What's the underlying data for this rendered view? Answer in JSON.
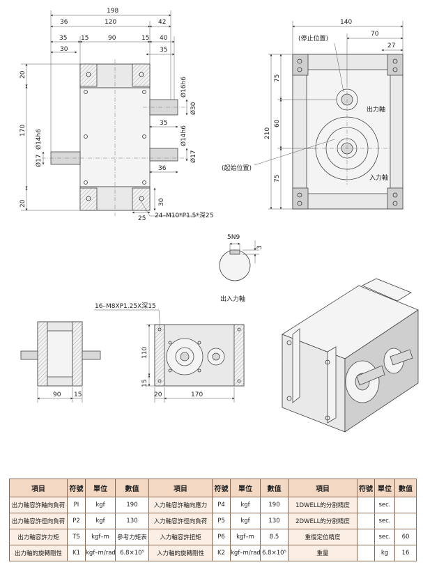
{
  "top_view": {
    "dims": {
      "overall": "198",
      "span_120": "120",
      "right_42": "42",
      "left_36": "36",
      "left_35": "35",
      "center_90": "90",
      "flange_15a": "15",
      "flange_15b": "15",
      "right_40": "40",
      "right_35": "35",
      "left_30": "30",
      "dia_16h6": "Ø16h6",
      "dia_30": "Ø30",
      "mid_35": "35",
      "dia_14h6_r": "Ø14h6",
      "dia_17_r": "Ø17",
      "bottom_36": "36",
      "height_170": "170",
      "left_14h6": "Ø14h6",
      "left_17": "Ø17",
      "top_20": "20",
      "bottom_20": "20",
      "bottom_30": "30",
      "bottom_25": "25"
    },
    "note_holes": "24–M10*P1.5*深25"
  },
  "side_view": {
    "dims": {
      "width_140": "140",
      "right_70": "70",
      "right_27": "27",
      "height_210": "210",
      "seg_75a": "75",
      "seg_60": "60",
      "seg_75b": "75"
    },
    "labels": {
      "stop_pos": "(停止位置)",
      "output_shaft": "出力軸",
      "start_pos": "(起始位置)",
      "input_shaft": "入力軸"
    }
  },
  "keyway": {
    "dim_5n9": "5N9",
    "dim_3": "3",
    "label": "出入力軸"
  },
  "bottom_left": {
    "dims": {
      "d90": "90",
      "d15": "15"
    }
  },
  "front_view": {
    "note": "16–M8XP1.25X深15",
    "dims": {
      "d110": "110",
      "d15": "15",
      "d20": "20",
      "d170": "170"
    }
  },
  "table": {
    "headers": [
      "項目",
      "符號",
      "單位",
      "數值",
      "項目",
      "符號",
      "單位",
      "數值",
      "項目",
      "符號",
      "單位",
      "數值"
    ],
    "rows": [
      [
        "出力軸容許軸向負荷",
        "PI",
        "kgf",
        "190",
        "入力軸容許軸向應力",
        "P4",
        "kgf",
        "190",
        "1DWELL的分割精度",
        "",
        "sec.",
        ""
      ],
      [
        "出力軸容許徑向負荷",
        "P2",
        "kgf",
        "130",
        "入力軸容許徑向負荷",
        "P5",
        "kgf",
        "130",
        "2DWELL的分割精度",
        "",
        "sec.",
        ""
      ],
      [
        "出力軸容許力矩",
        "TS",
        "kgf–m",
        "參考力矩表",
        "入力軸容許扭矩",
        "P6",
        "kgf–m",
        "8.5",
        "重復定位精度",
        "",
        "sec.",
        "60"
      ],
      [
        "出力軸的旋轉剛性",
        "K1",
        "kgf–m/rad",
        "6.8×10⁵",
        "入力軸的旋轉剛性",
        "K2",
        "kgf–m/rad",
        "6.8×10⁵",
        "重量",
        "",
        "kg",
        "16"
      ]
    ]
  }
}
